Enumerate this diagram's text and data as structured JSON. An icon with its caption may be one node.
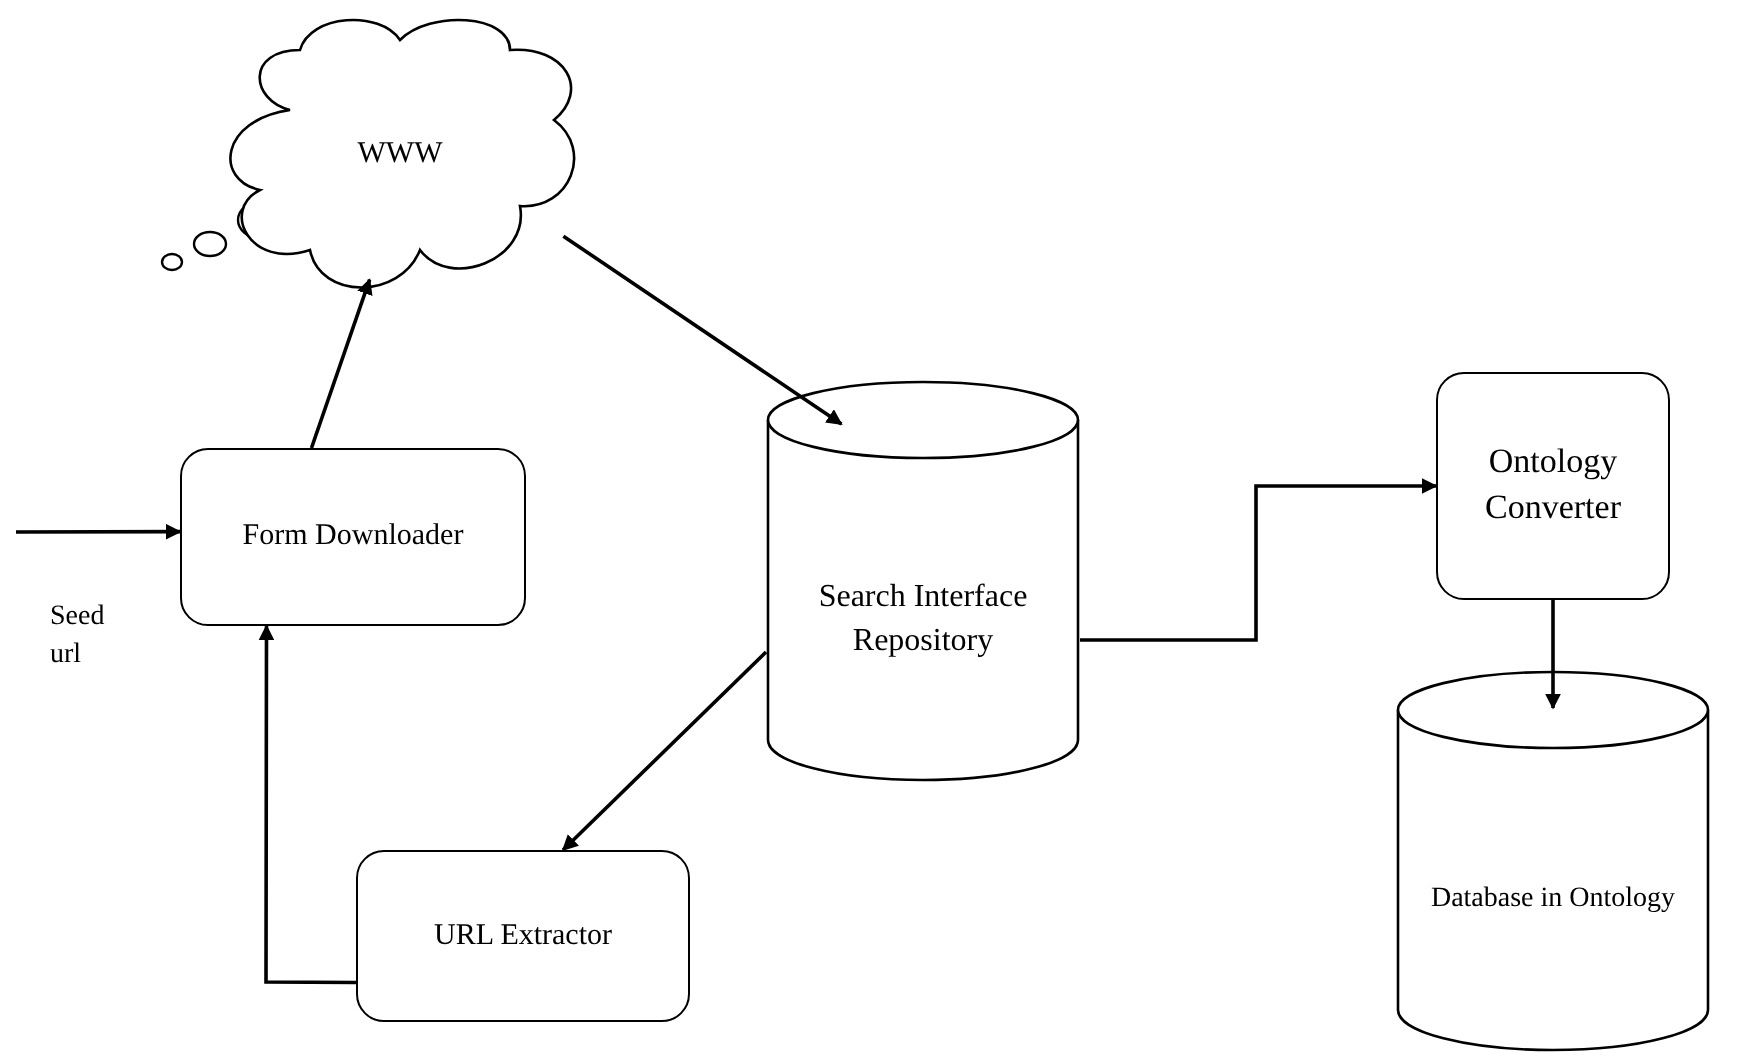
{
  "diagram": {
    "nodes": [
      {
        "text": [
          "WWW"
        ]
      },
      {
        "text": [
          "Form Downloader"
        ]
      },
      {
        "text": [
          "Search Interface Repository"
        ]
      },
      {
        "text": [
          "Ontology Converter"
        ]
      },
      {
        "text": [
          "Database in Ontology"
        ]
      },
      {
        "text": [
          "URL Extractor"
        ]
      }
    ],
    "edges": [
      {
        "from": null,
        "to": 1,
        "arrow": "to",
        "label": "Seed url"
      },
      {
        "from": 1,
        "to": 0,
        "arrow": "to"
      },
      {
        "from": 0,
        "to": 2,
        "arrow": "to"
      },
      {
        "from": 2,
        "to": 3,
        "arrow": "to"
      },
      {
        "from": 2,
        "to": 5,
        "arrow": "to"
      },
      {
        "from": 5,
        "to": 1,
        "arrow": "to"
      },
      {
        "from": 3,
        "to": 4,
        "arrow": "to"
      }
    ]
  }
}
